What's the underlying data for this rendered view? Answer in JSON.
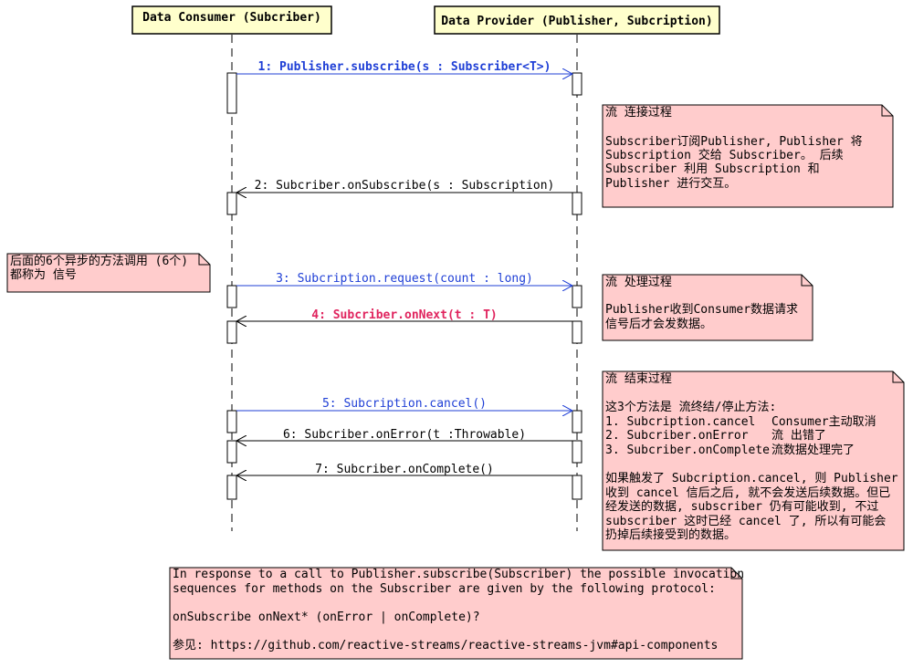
{
  "participants": [
    {
      "id": "consumer",
      "label": "Data Consumer (Subcriber)"
    },
    {
      "id": "provider",
      "label": "Data Provider (Publisher, Subcription)"
    }
  ],
  "messages": [
    {
      "label": "1: Publisher.subscribe(s : Subscriber<T>)",
      "color": "#1f3fd6",
      "bold": true
    },
    {
      "label": "2: Subcriber.onSubscribe(s : Subscription)",
      "color": "#000000",
      "bold": false
    },
    {
      "label": "3: Subcription.request(count : long)",
      "color": "#1f3fd6",
      "bold": false
    },
    {
      "label": "4: Subcriber.onNext(t : T)",
      "color": "#e0245e",
      "bold": true
    },
    {
      "label": "5: Subcription.cancel()",
      "color": "#1f3fd6",
      "bold": false
    },
    {
      "label": "6: Subcriber.onError(t :Throwable)",
      "color": "#000000",
      "bold": false
    },
    {
      "label": "7: Subcriber.onComplete()",
      "color": "#000000",
      "bold": false
    }
  ],
  "notes": {
    "connect": {
      "title": "流 连接过程",
      "body": [
        "Subscriber订阅Publisher, Publisher 将",
        "Subscription 交给 Subscriber。 后续",
        "Subscriber 利用 Subscription 和",
        "Publisher 进行交互。"
      ]
    },
    "signals": {
      "lines": [
        "后面的6个异步的方法调用 (6个)",
        "都称为 信号"
      ]
    },
    "process": {
      "title": "流 处理过程",
      "body": [
        "Publisher收到Consumer数据请求",
        "信号后才会发数据。"
      ]
    },
    "finish": {
      "title": "流 结束过程",
      "intro": "这3个方法是 流终结/停止方法:",
      "items": [
        {
          "call": "1. Subcription.cancel",
          "desc": "Consumer主动取消"
        },
        {
          "call": "2. Subcriber.onError",
          "desc": "流 出错了"
        },
        {
          "call": "3. Subcriber.onComplete",
          "desc": "流数据处理完了"
        }
      ],
      "body": [
        "如果触发了 Subcription.cancel, 则 Publisher",
        "收到 cancel 信后之后, 就不会发送后续数据。但已",
        "经发送的数据, subscriber 仍有可能收到, 不过",
        "subscriber 这时已经 cancel 了, 所以有可能会",
        "扔掉后续接受到的数据。"
      ]
    },
    "protocol": {
      "lines": [
        "In response to a call to Publisher.subscribe(Subscriber) the possible invocation",
        "sequences for methods on the Subscriber are given by the following protocol:",
        "",
        "onSubscribe onNext* (onError | onComplete)?",
        "",
        "参见: https://github.com/reactive-streams/reactive-streams-jvm#api-components"
      ]
    }
  },
  "colors": {
    "participant_fill": "#ffffcc",
    "note_fill": "#ffcccc",
    "activation_fill": "#ffffff",
    "stroke": "#000000"
  }
}
